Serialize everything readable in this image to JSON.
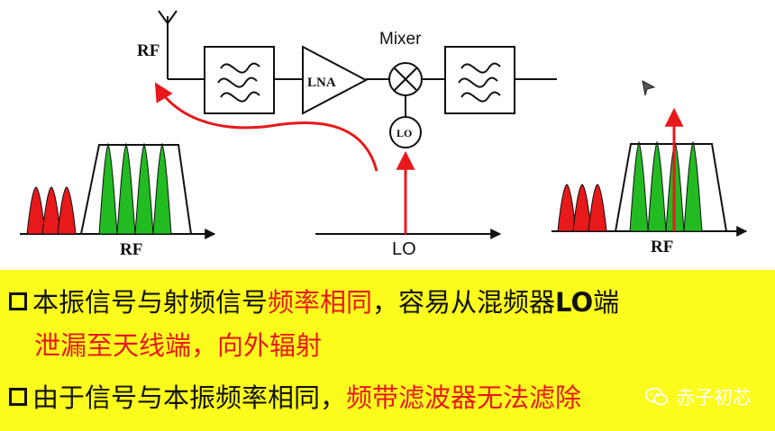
{
  "diagram": {
    "rf_antenna_label": "RF",
    "lna_label": "LNA",
    "mixer_label": "Mixer",
    "lo_box_label": "LO",
    "lo_axis_label": "LO",
    "left_spectrum_label": "RF",
    "right_spectrum_label": "RF",
    "colors": {
      "leak_arrow": "#e8191b",
      "blocker": "#e8191b",
      "desired": "#22bb22",
      "panel": "#fcfc1c"
    }
  },
  "notes": {
    "line1_part1": "本振信号与射频信号",
    "line1_part2": "频率相同",
    "line1_part3": "，容易从混频器",
    "line1_part4": "LO",
    "line1_part5": "端",
    "line2": "泄漏至天线端，向外辐射",
    "line3_part1": "由于信号与本振频率相同，",
    "line3_part2": "频带滤波器无法滤除"
  },
  "watermark": {
    "text": "赤子初芯",
    "icon": "wechat-icon"
  }
}
